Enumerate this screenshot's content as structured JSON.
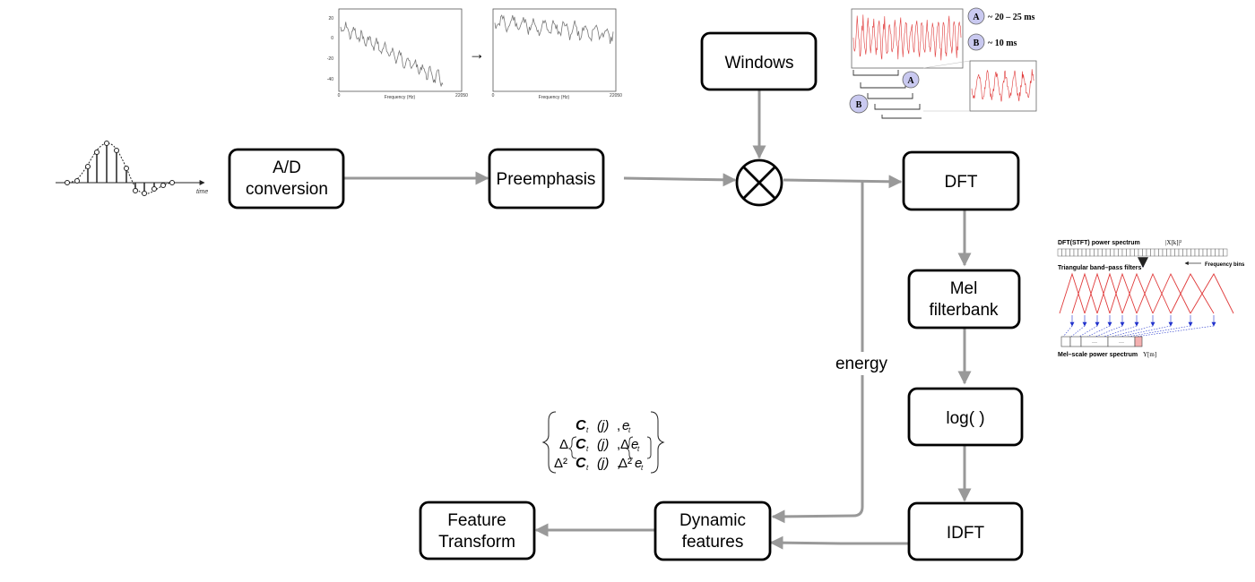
{
  "nodes": {
    "ad": {
      "line1": "A/D",
      "line2": "conversion"
    },
    "preemphasis": {
      "label": "Preemphasis"
    },
    "windows": {
      "label": "Windows"
    },
    "dft": {
      "label": "DFT"
    },
    "mel": {
      "line1": "Mel",
      "line2": "filterbank"
    },
    "log": {
      "label": "log( )"
    },
    "idft": {
      "label": "IDFT"
    },
    "dynamic": {
      "line1": "Dynamic",
      "line2": "features"
    },
    "feature": {
      "line1": "Feature",
      "line2": "Transform"
    }
  },
  "edge_labels": {
    "energy": "energy"
  },
  "waveform": {
    "axis_label": "time"
  },
  "spectrum_plots": {
    "xlabel": "Frequency (Hz)",
    "x_ticks": [
      "0",
      "22050"
    ],
    "y_ticks": [
      "20",
      "0",
      "-20",
      "-40"
    ],
    "arrow": "→"
  },
  "window_inset": {
    "marker_a": "A",
    "marker_b": "B",
    "legend_a": "~ 20 – 25 ms",
    "legend_b": "~ 10 ms"
  },
  "mel_inset": {
    "title": "DFT(STFT) power spectrum",
    "title_formula": "|X[k]|²",
    "freq_bins": "Frequency bins",
    "filters_label": "Triangular band–pass filters",
    "mel_label": "Mel–scale power spectrum",
    "mel_formula": "Y[m]",
    "dots": "···"
  },
  "formula": {
    "c_t": "C",
    "sub_t": "t",
    "j": "(j)",
    "e_t": "e",
    "delta": "Δ",
    "delta2": "Δ²",
    "comma": ","
  },
  "colors": {
    "box_stroke": "#000000",
    "connector": "#999999",
    "red_signal": "#e03a3a",
    "marker_fill": "#c9c9f0"
  }
}
